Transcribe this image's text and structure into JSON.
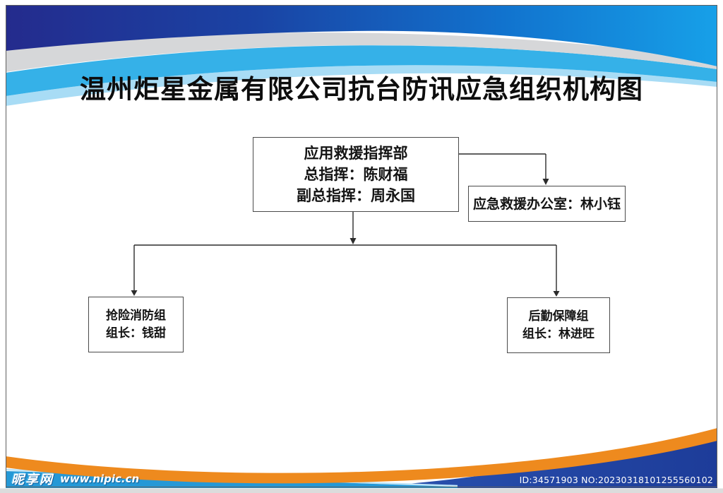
{
  "title": "温州炬星金属有限公司抗台防讯应急组织机构图",
  "org_chart": {
    "type": "org-chart",
    "nodes": {
      "headquarters": {
        "name": "应用救援指挥部",
        "chief_label": "总指挥：陈财福",
        "deputy_label": "副总指挥：周永国"
      },
      "office": {
        "label": "应急救援办公室：林小钰"
      },
      "rescue_team": {
        "name": "抢险消防组",
        "leader_label": "组长：钱甜"
      },
      "logistics_team": {
        "name": "后勤保障组",
        "leader_label": "组长：林进旺"
      }
    },
    "edges": [
      "headquarters -> office",
      "headquarters -> rescue_team",
      "headquarters -> logistics_team"
    ]
  },
  "watermark": {
    "site_name": "昵享网",
    "site_url": "www.nipic.cn",
    "stock_id": "ID:34571903 NO:20230318101255560102"
  },
  "colors": {
    "header_navy": "#232C8E",
    "header_bright_blue": "#17A0E8",
    "header_silver": "#D6D7D9",
    "header_light_blue": "#35B1E8",
    "swoosh_orange": "#EE8A1E",
    "footer_navy": "#1D3C99",
    "logo_bar_blue": "#2598D6",
    "box_border": "#4A4A4A",
    "text_black": "#111111"
  }
}
